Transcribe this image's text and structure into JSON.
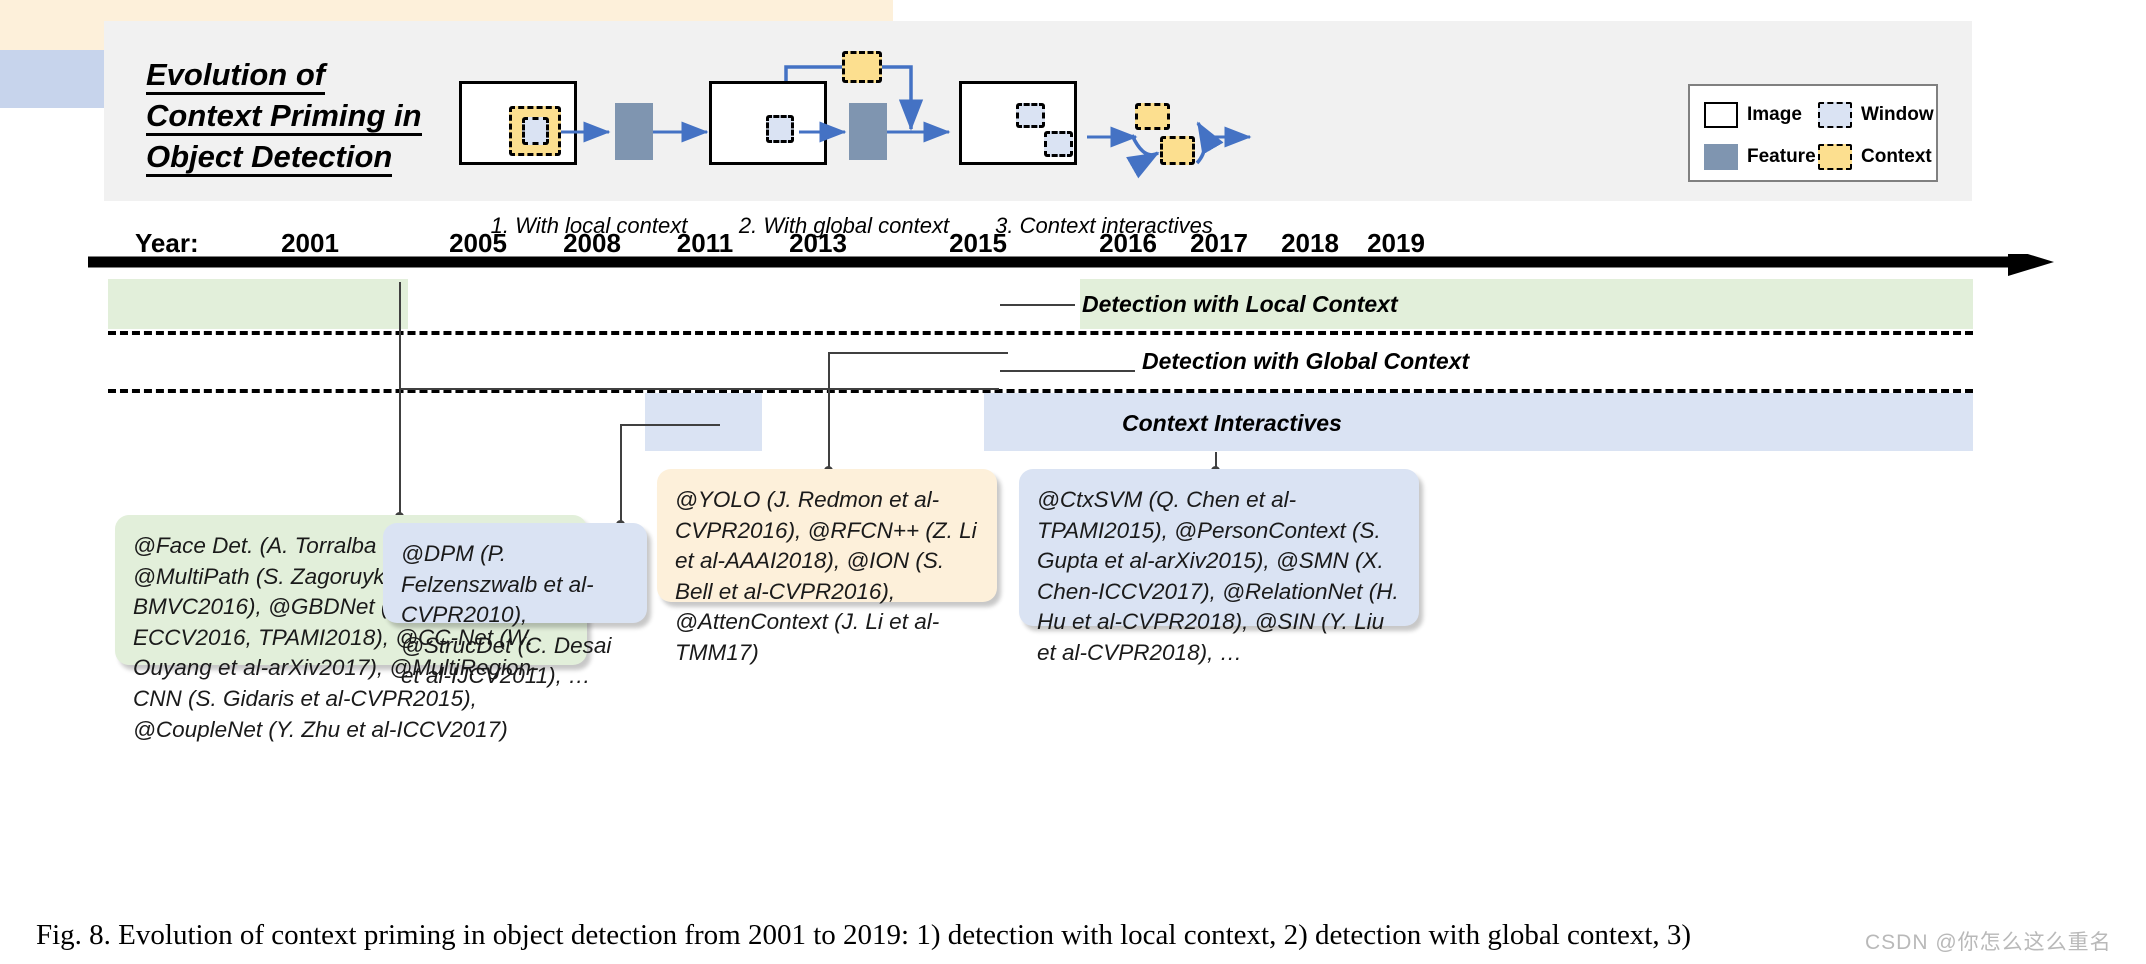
{
  "figure": {
    "title_lines": [
      "Evolution of",
      "Context Priming in",
      "Object Detection"
    ],
    "caption": "Fig. 8.  Evolution of context priming in object detection from 2001 to 2019: 1) detection with local context, 2) detection with global context, 3)",
    "watermark": "CSDN @你怎么这么重名"
  },
  "panels": [
    {
      "caption": "1. With local context"
    },
    {
      "caption": "2. With global context"
    },
    {
      "caption": "3. Context interactives"
    }
  ],
  "legend": {
    "items": [
      {
        "key": "image",
        "label": "Image"
      },
      {
        "key": "window",
        "label": "Window"
      },
      {
        "key": "feature",
        "label": "Feature"
      },
      {
        "key": "context",
        "label": "Context"
      }
    ]
  },
  "timeline": {
    "axis_label": "Year:",
    "years": [
      "2001",
      "2005",
      "2008",
      "2011",
      "2013",
      "2015",
      "2016",
      "2017",
      "2018",
      "2019"
    ]
  },
  "bands": [
    {
      "label": "Detection with Local Context",
      "color": "#e2efda"
    },
    {
      "label": "Detection with Global Context",
      "color": "#fdf0da"
    },
    {
      "label": "Context Interactives",
      "color": "#dae3f3"
    }
  ],
  "notes": {
    "local": "@Face Det. (A. Torralba et al-MIT2001), @MultiPath (S. Zagoruyko et al-BMVC2016), @GBDNet (X. Zeng et al-ECCV2016, TPAMI2018), @CC-Net (W. Ouyang et al-arXiv2017), @MultiRegion-CNN (S. Gidaris et al-CVPR2015), @CoupleNet (Y. Zhu et al-ICCV2017)",
    "dpm": "@DPM (P. Felzenszwalb et al-CVPR2010), @StrucDet (C. Desai et al-IJCV2011), …",
    "global": "@YOLO (J. Redmon et al-CVPR2016), @RFCN++ (Z. Li et al-AAAI2018), @ION (S. Bell et al-CVPR2016), @AttenContext (J. Li et al-TMM17)",
    "interactives": "@CtxSVM (Q. Chen et al-TPAMI2015), @PersonContext (S. Gupta et al-arXiv2015), @SMN (X. Chen-ICCV2017), @RelationNet (H. Hu et al-CVPR2018), @SIN (Y. Liu et al-CVPR2018), …"
  },
  "colors": {
    "panel_bg": "#f1f1f1",
    "image_fill": "#ffffff",
    "window_fill": "#dae3f3",
    "feature_fill": "#7f95b0",
    "context_fill": "#fcdf8f",
    "arrow": "#4472c4",
    "band_local": "#e2efda",
    "band_global": "#fdf0da",
    "band_interactives": "#dae3f3"
  }
}
